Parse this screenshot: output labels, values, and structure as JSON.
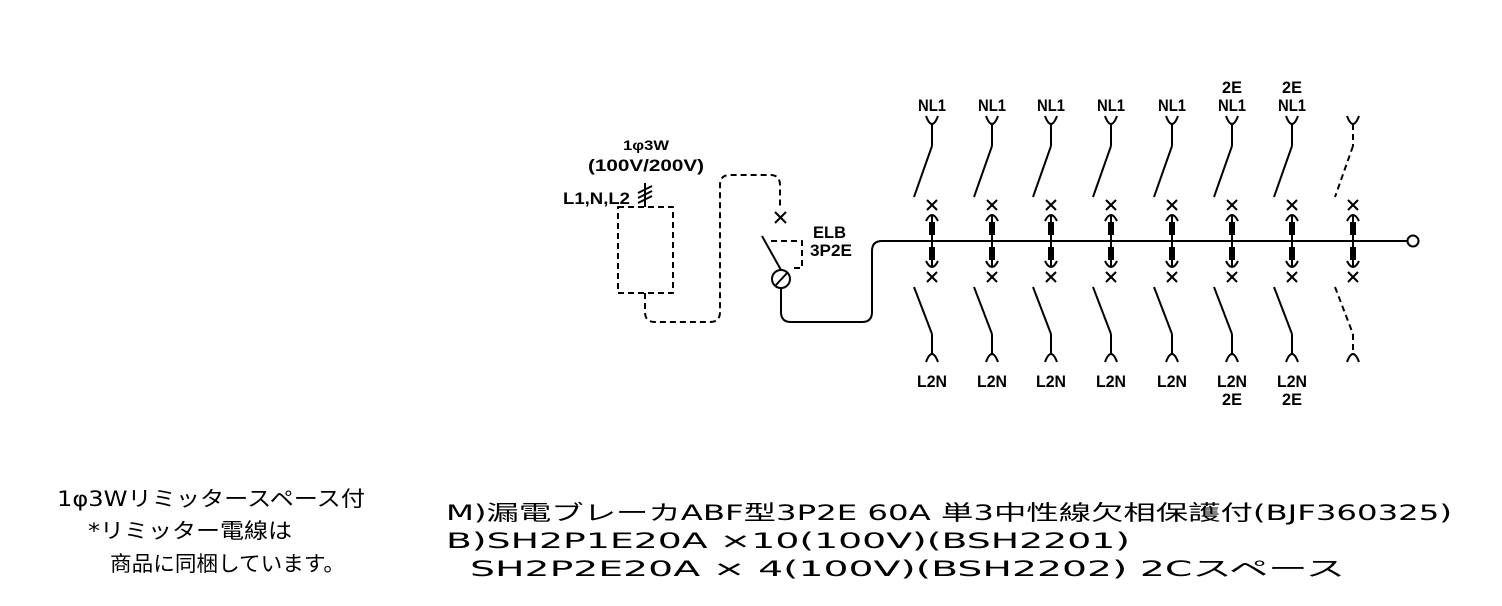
{
  "diagram": {
    "supply": {
      "system": "1φ3W",
      "voltage": "(100V/200V)",
      "conductors": "L1,N,L2"
    },
    "main_breaker": {
      "label": "ELB",
      "poles": "3P2E"
    },
    "branches": [
      {
        "top": "NL1",
        "bottom": "L2N"
      },
      {
        "top": "NL1",
        "bottom": "L2N"
      },
      {
        "top": "NL1",
        "bottom": "L2N"
      },
      {
        "top": "NL1",
        "bottom": "L2N"
      },
      {
        "top": "NL1",
        "bottom": "L2N"
      },
      {
        "top_extra": "2E",
        "top": "NL1",
        "bottom": "L2N",
        "bottom_extra": "2E"
      },
      {
        "top_extra": "2E",
        "top": "NL1",
        "bottom": "L2N",
        "bottom_extra": "2E"
      },
      {
        "spare": true
      }
    ]
  },
  "notes": [
    "1φ3Wリミッタースペース付",
    "*リミッター電線は",
    "商品に同梱しています。"
  ],
  "specification": [
    "M)漏電ブレーカABF型3P2E 60A 単3中性線欠相保護付(BJF360325)",
    "B)SH2P1E20A ×10(100V)(BSH2201)",
    "SH2P2E20A × 4(100V)(BSH2202) 2Cスペース"
  ],
  "colors": {
    "line": "#000000",
    "background": "#ffffff"
  }
}
